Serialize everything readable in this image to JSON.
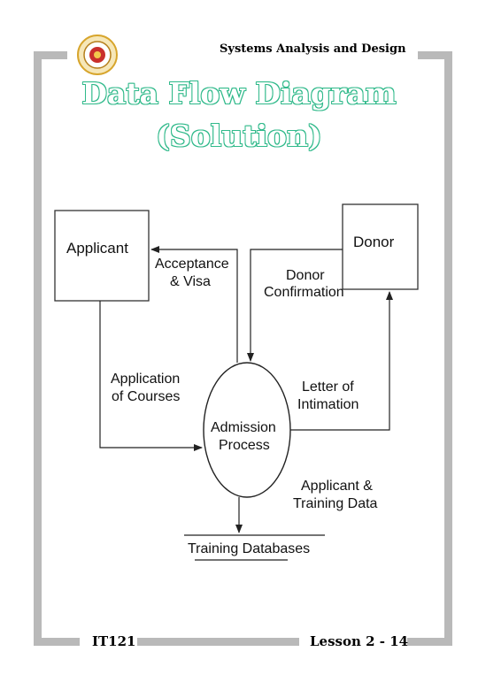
{
  "header": {
    "course_title": "Systems Analysis and Design",
    "title_line1": "Data Flow Diagram",
    "title_line2": "(Solution)"
  },
  "diagram": {
    "entities": {
      "applicant": "Applicant",
      "donor": "Donor"
    },
    "process": {
      "line1": "Admission",
      "line2": "Process"
    },
    "datastore": "Training Databases",
    "flows": {
      "acceptance_line1": "Acceptance",
      "acceptance_line2": "& Visa",
      "donor_conf_line1": "Donor",
      "donor_conf_line2": "Confirmation",
      "application_line1": "Application",
      "application_line2": "of Courses",
      "letter_line1": "Letter of",
      "letter_line2": "Intimation",
      "training_data_line1": "Applicant &",
      "training_data_line2": "Training Data"
    }
  },
  "footer": {
    "left": "IT121",
    "right": "Lesson 2 - 14"
  },
  "colors": {
    "title_outline": "#2fb98a",
    "frame": "#b9b9b9",
    "logo_ring": "#e0b43a"
  },
  "icons": {
    "logo": "university-seal"
  }
}
